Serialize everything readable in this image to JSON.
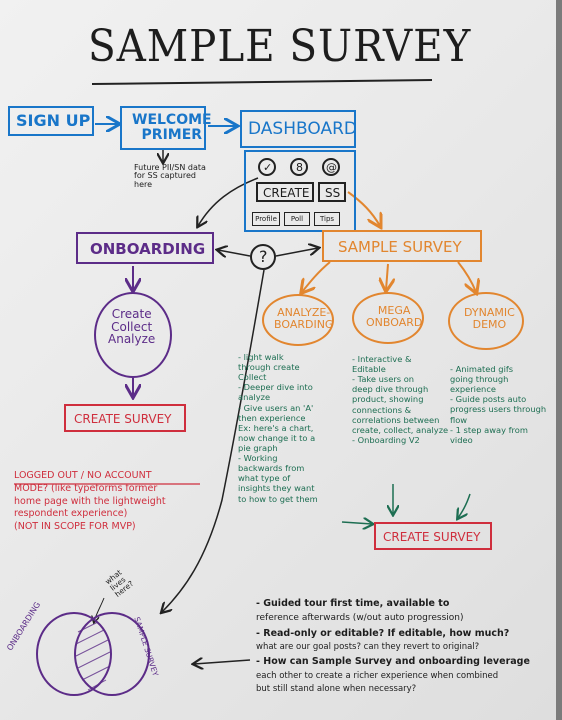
{
  "title": "SAMPLE SURVEY",
  "flow": {
    "sign_up": "SIGN UP",
    "welcome_primer": "WELCOME\nPRIMER",
    "future_note": "Future PII/SN data\nfor SS captured\nhere",
    "dashboard": "DASHBOARD",
    "icon_labels": [
      "✓",
      "8",
      "@"
    ],
    "create": "CREATE",
    "ss": "SS",
    "tabs": [
      "Profile",
      "Poll",
      "Tips"
    ],
    "onboarding": "ONBOARDING",
    "question": "?",
    "sample_survey": "SAMPLE SURVEY"
  },
  "onboarding_branch": {
    "circle": "Create\nCollect\nAnalyze",
    "create_survey": "CREATE SURVEY"
  },
  "logged_out_note": "LOGGED OUT / NO ACCOUNT\nMODE? (like typeforms former\nhome page with the lightweight\nrespondent experience)\n(NOT IN SCOPE FOR MVP)",
  "columns": [
    {
      "name": "ANALYZE-\nBOARDING",
      "notes": "- light walk\n  through create\n  Collect\n- Deeper dive into\n  analyze\n- Give users an 'A'\n  then experience\n  Ex: here's a chart,\n  now change it to a\n  pie graph\n- Working\n  backwards from\n  what type of\n  insights they want\n  to how to get them"
    },
    {
      "name": "MEGA\nONBOARD",
      "notes": "- Interactive &\n  Editable\n- Take users on\n  deep dive through\n  product, showing\n  connections &\n  correlations between\n  create, collect, analyze\n- Onboarding V2"
    },
    {
      "name": "DYNAMIC\nDEMO",
      "notes": "- Animated gifs\n  going through\n  experience\n- Guide posts auto\n  progress users through\n  flow\n- 1 step away from\n  video"
    }
  ],
  "create_survey_2": "CREATE SURVEY",
  "venn": {
    "left": "ONBOARDING",
    "right": "SAMPLE SURVEY",
    "overlap_note": "what\nlives\nhere?"
  },
  "bottom_notes": [
    "- Guided tour first time, available to",
    "  reference afterwards (w/out auto progression)",
    "- Read-only or editable? If editable, how much?",
    "  what are our goal posts? can they revert to original?",
    "- How can Sample Survey and onboarding leverage",
    "  each other to create a richer experience when combined",
    "  but still stand alone when necessary?"
  ],
  "colors": {
    "blue": "#1976c9",
    "purple": "#5c2c88",
    "orange": "#e2862f",
    "red": "#cf2e3d",
    "green": "#1d6e52",
    "black": "#1d1d1d"
  }
}
